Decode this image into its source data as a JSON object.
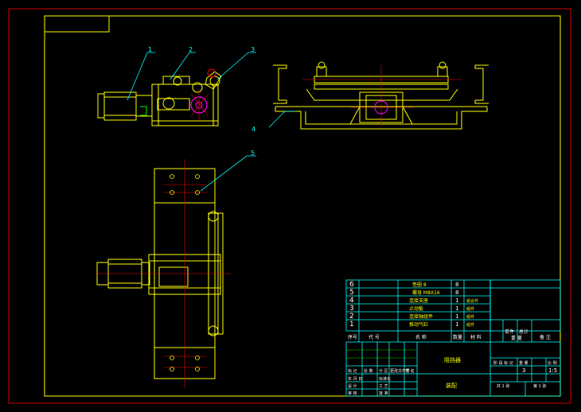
{
  "callouts": {
    "c1": "1",
    "c2": "2",
    "c3": "3",
    "c4": "4",
    "c5": "5"
  },
  "bom": {
    "rows": [
      {
        "no": "6",
        "code": "",
        "name": "垫圈 8",
        "qty": "8",
        "material": "",
        "weight": ""
      },
      {
        "no": "5",
        "code": "",
        "name": "螺母 M8X16",
        "qty": "8",
        "material": "",
        "weight": ""
      },
      {
        "no": "4",
        "code": "",
        "name": "连接支座",
        "qty": "1",
        "material": "组合件",
        "weight": ""
      },
      {
        "no": "3",
        "code": "",
        "name": "止动板",
        "qty": "1",
        "material": "组件",
        "weight": ""
      },
      {
        "no": "2",
        "code": "",
        "name": "连接轴组件",
        "qty": "1",
        "material": "组件",
        "weight": ""
      },
      {
        "no": "1",
        "code": "",
        "name": "推动气缸",
        "qty": "1",
        "material": "组件",
        "weight": ""
      }
    ],
    "header": {
      "no": "序号",
      "code": "代 号",
      "name": "名 称",
      "qty": "数量",
      "material": "材 料",
      "single": "单件",
      "total": "总计",
      "weight_lbl": "重 量",
      "remark": "备 注"
    }
  },
  "title_block": {
    "drawing_name": "阻挡器",
    "unit_name": "装配",
    "stage_label": "阶 段 标 记",
    "weight_label": "重 量",
    "scale_label": "比 例",
    "scale_value": "1:5",
    "sheet_total": "共 1 张",
    "sheet_index": "第 1 张",
    "qty_cell": "3",
    "rows": [
      "标 记",
      "处 数",
      "分 区",
      "更改文件号",
      "签 名",
      "年 月 日",
      "设 计",
      "标准化",
      "审 核",
      "工 艺",
      "批 准"
    ]
  }
}
